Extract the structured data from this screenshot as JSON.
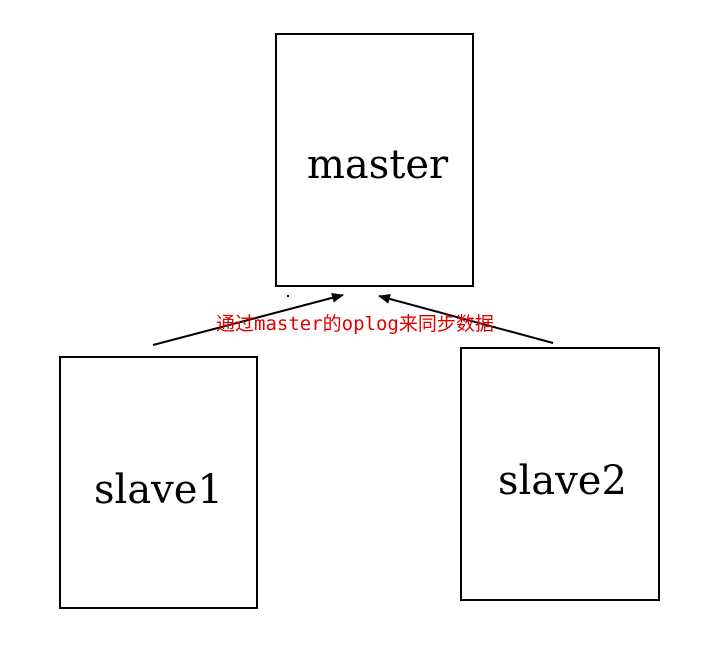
{
  "nodes": {
    "master": "master",
    "slave1": "slave1",
    "slave2": "slave2"
  },
  "annotation": {
    "sync_text": "通过master的oplog来同步数据",
    "color": "#e00000"
  },
  "colors": {
    "stroke": "#000000",
    "background": "#ffffff"
  },
  "edges": [
    {
      "from": "slave1",
      "to": "master"
    },
    {
      "from": "slave2",
      "to": "master"
    }
  ]
}
